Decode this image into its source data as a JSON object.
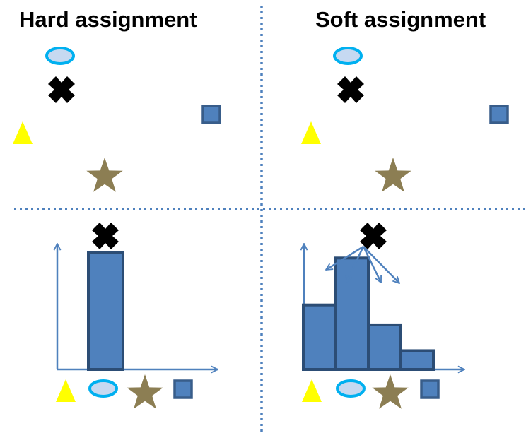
{
  "titles": {
    "hard": "Hard assignment",
    "soft": "Soft assignment"
  },
  "colors": {
    "divider": "#4f81bd",
    "axis": "#4f81bd",
    "bar_fill": "#4f81bd",
    "bar_stroke": "#2c4d75",
    "triangle": "#ffff00",
    "ellipse_fill": "#c6d9f1",
    "ellipse_stroke": "#00b0f0",
    "cross": "#000000",
    "square_fill": "#4f81bd",
    "square_stroke": "#385d8a",
    "star": "#8c7e53"
  },
  "icons": [
    "ellipse-icon",
    "cross-icon",
    "square-icon",
    "triangle-icon",
    "star-icon"
  ],
  "chart_data": [
    {
      "type": "bar",
      "categories": [
        "triangle",
        "ellipse",
        "star",
        "square"
      ],
      "values": [
        0,
        1,
        0,
        0
      ]
    },
    {
      "type": "bar",
      "categories": [
        "triangle",
        "ellipse",
        "star",
        "square"
      ],
      "values": [
        0.55,
        0.95,
        0.38,
        0.16
      ]
    }
  ]
}
